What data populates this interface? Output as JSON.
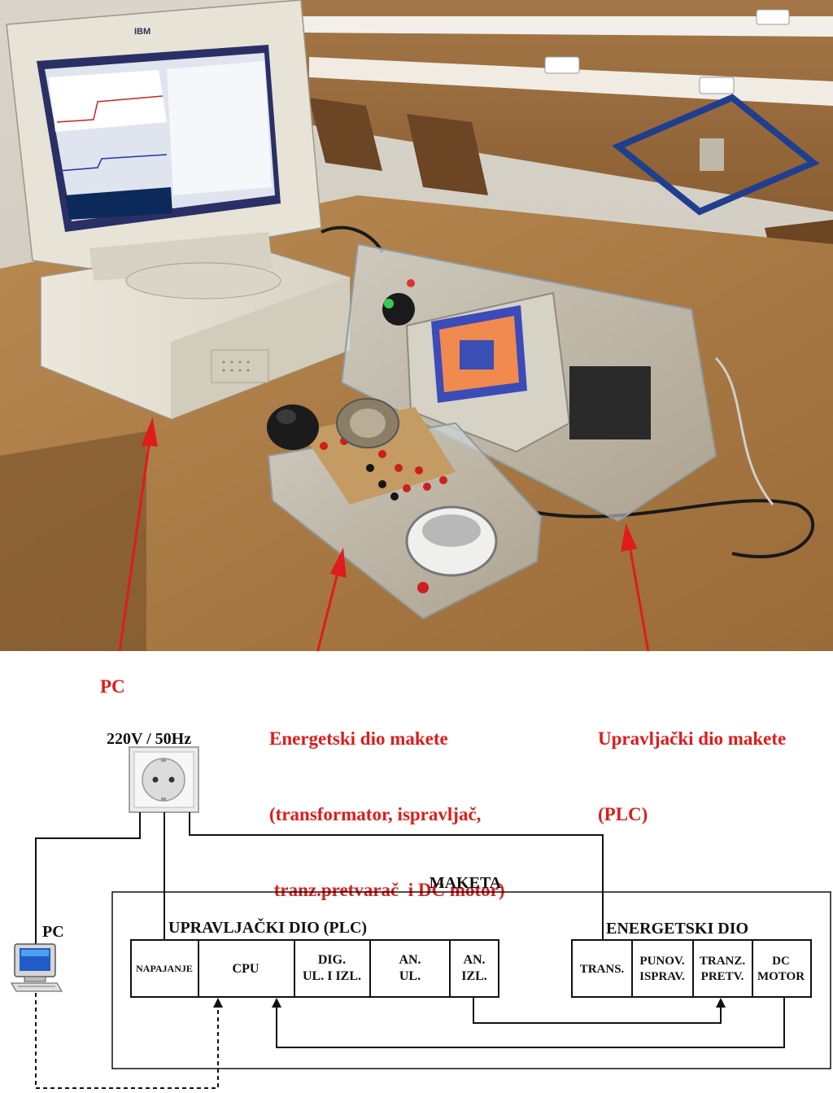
{
  "photo_labels": {
    "pc": "PC",
    "power_part": [
      "Energetski dio makete",
      "(transformator, ispravljač,",
      " tranz.pretvarač  i DC motor)"
    ],
    "control_part": [
      "Upravljački dio makete",
      "(PLC)"
    ]
  },
  "monitor": {
    "brand": "IBM"
  },
  "diagram": {
    "supply_label": "220V / 50Hz",
    "maketa_label": "MAKETA",
    "pc_label": "PC",
    "control_group_label": "UPRAVLJAČKI DIO (PLC)",
    "power_group_label": "ENERGETSKI DIO",
    "control_blocks": [
      {
        "lines": [
          "NAPAJANJE"
        ]
      },
      {
        "lines": [
          "CPU"
        ]
      },
      {
        "lines": [
          "DIG.",
          "UL. I IZL."
        ]
      },
      {
        "lines": [
          "AN.",
          "UL."
        ]
      },
      {
        "lines": [
          "AN.",
          "IZL."
        ]
      }
    ],
    "power_blocks": [
      {
        "lines": [
          "TRANS."
        ]
      },
      {
        "lines": [
          "PUNOV.",
          "ISPRAV."
        ]
      },
      {
        "lines": [
          "TRANZ.",
          "PRETV."
        ]
      },
      {
        "lines": [
          "DC",
          "MOTOR"
        ]
      }
    ]
  },
  "colors": {
    "arrow_red": "#e01b1b",
    "line": "#111111"
  }
}
